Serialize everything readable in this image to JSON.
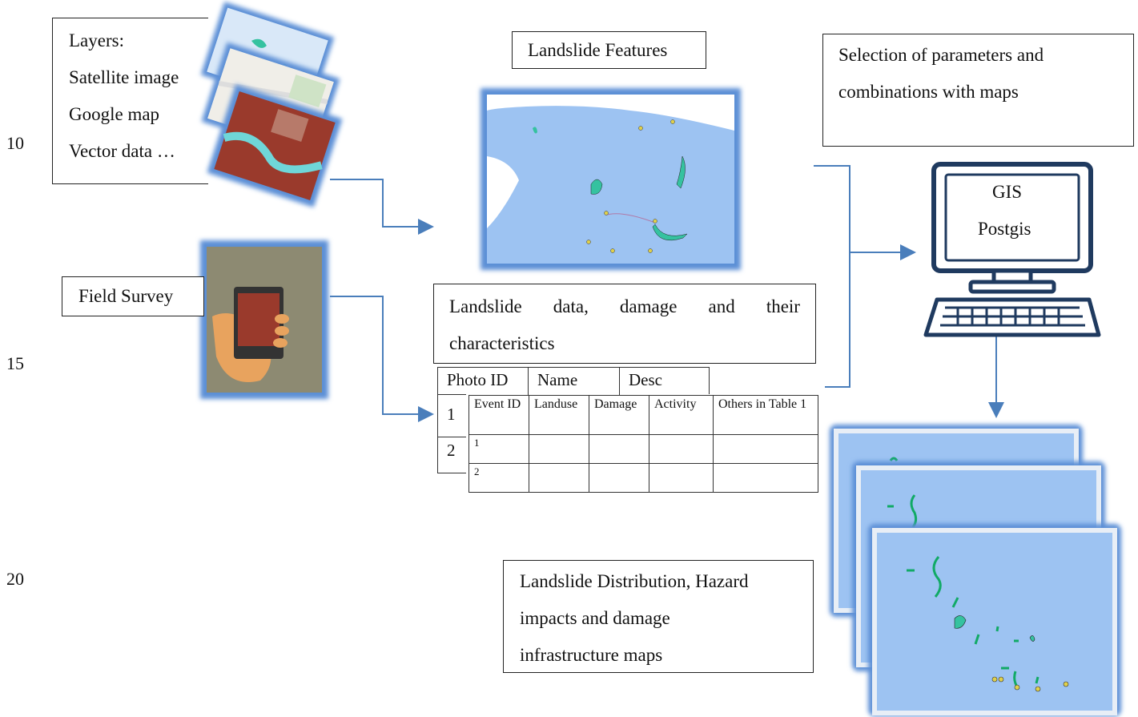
{
  "line_numbers": [
    "10",
    "15",
    "20"
  ],
  "layers_box": {
    "title": "Layers:",
    "items": [
      "Satellite image",
      "Google map",
      "Vector data …"
    ]
  },
  "field_survey": "Field Survey",
  "landslide_features": "Landslide Features",
  "landslide_data": {
    "line1": [
      "Landslide",
      "data,",
      "damage",
      "and",
      "their"
    ],
    "line2": "characteristics"
  },
  "photo_table": {
    "headers": [
      "Photo ID",
      "Name",
      "Desc"
    ],
    "row_ids": [
      "1",
      "2"
    ],
    "sub_headers": [
      "Event ID",
      "Landuse",
      "Damage",
      "Activity",
      "Others in Table 1"
    ],
    "sub_rows": [
      "1",
      "2"
    ]
  },
  "selection_box": {
    "line1": "Selection of parameters and",
    "line2": "combinations with maps"
  },
  "gis": {
    "line1": "GIS",
    "line2": "Postgis"
  },
  "distribution_box": {
    "line1": "Landslide Distribution, Hazard",
    "line2": "impacts and damage",
    "line3": "infrastructure maps"
  },
  "colors": {
    "arrow": "#4a7ebb",
    "map_blue": "#9dc3f2",
    "landslide_green": "#35c2a0",
    "frame_blue": "#5b8fd6",
    "monitor_navy": "#1f3a5f"
  }
}
